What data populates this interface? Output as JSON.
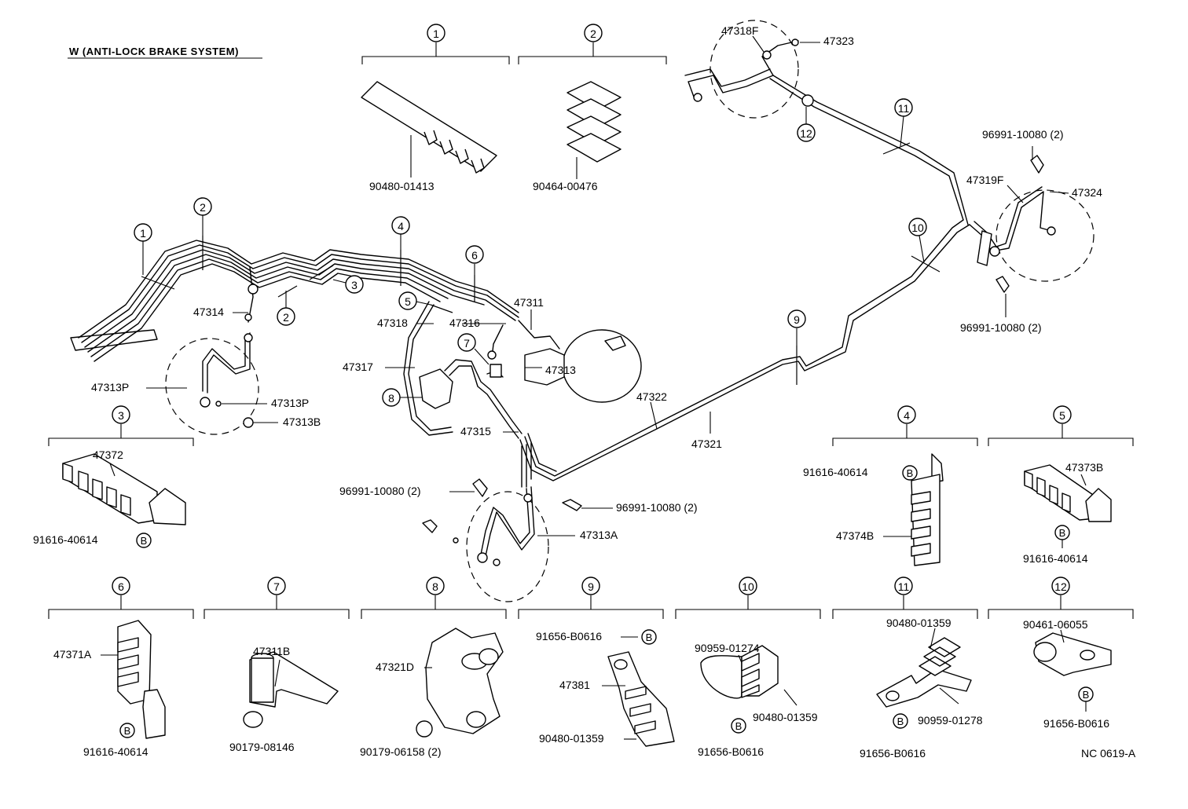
{
  "title": "W (ANTI-LOCK BRAKE SYSTEM)",
  "reference_code": "NC 0619-A",
  "part_numbers": {
    "p47318F": "47318F",
    "p47323": "47323",
    "p47319F": "47319F",
    "p47324": "47324",
    "p96991_tr1": "96991-10080 (2)",
    "p96991_tr2": "96991-10080 (2)",
    "p96991_c1": "96991-10080 (2)",
    "p96991_c2": "96991-10080 (2)",
    "p47314": "47314",
    "p47313P_a": "47313P",
    "p47313P_b": "47313P",
    "p47313B": "47313B",
    "p47318": "47318",
    "p47316": "47316",
    "p47311": "47311",
    "p47313": "47313",
    "p47317": "47317",
    "p47315": "47315",
    "p47322": "47322",
    "p47321": "47321",
    "p47313A": "47313A",
    "p90480_01413": "90480-01413",
    "p90464_00476": "90464-00476",
    "p47372": "47372",
    "p91616_3": "91616-40614",
    "p91616_4": "91616-40614",
    "p47374B": "47374B",
    "p47373B": "47373B",
    "p91616_5": "91616-40614",
    "p47371A": "47371A",
    "p91616_6": "91616-40614",
    "p47311B": "47311B",
    "p90179_08146": "90179-08146",
    "p47321D": "47321D",
    "p90179_06158": "90179-06158 (2)",
    "p91656_9": "91656-B0616",
    "p47381": "47381",
    "p90480_9": "90480-01359",
    "p90959_01274": "90959-01274",
    "p90480_10": "90480-01359",
    "p91656_10": "91656-B0616",
    "p90480_11": "90480-01359",
    "p90959_01278": "90959-01278",
    "p91656_11": "91656-B0616",
    "p90461_06055": "90461-06055",
    "p91656_12": "91656-B0616"
  },
  "callouts": [
    "1",
    "2",
    "3",
    "4",
    "5",
    "6",
    "7",
    "8",
    "9",
    "10",
    "11",
    "12"
  ],
  "bolt_marker": "B"
}
